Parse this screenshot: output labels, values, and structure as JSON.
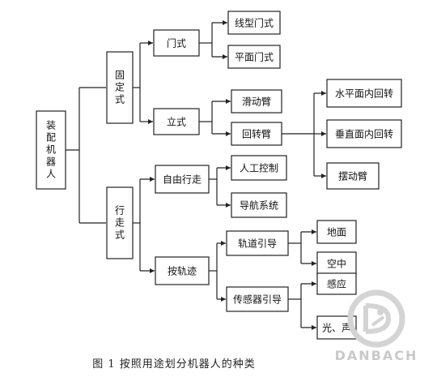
{
  "diagram": {
    "nodes": [
      {
        "id": "root",
        "label": "装配机器人",
        "vertical": true
      },
      {
        "id": "fixed",
        "label": "固定式",
        "vertical": true
      },
      {
        "id": "mobile",
        "label": "行走式",
        "vertical": true
      },
      {
        "id": "gantry",
        "label": "门式"
      },
      {
        "id": "upright",
        "label": "立式"
      },
      {
        "id": "linear-gantry",
        "label": "线型门式"
      },
      {
        "id": "planar-gantry",
        "label": "平面门式"
      },
      {
        "id": "sliding-arm",
        "label": "滑动臂"
      },
      {
        "id": "rotary-arm",
        "label": "回转臂"
      },
      {
        "id": "horizontal-rotation",
        "label": "水平面内回转"
      },
      {
        "id": "vertical-rotation",
        "label": "垂直面内回转"
      },
      {
        "id": "swing-arm",
        "label": "摆动臂"
      },
      {
        "id": "free-walking",
        "label": "自由行走"
      },
      {
        "id": "manual-control",
        "label": "人工控制"
      },
      {
        "id": "navigation-system",
        "label": "导航系统"
      },
      {
        "id": "track-following",
        "label": "按轨迹"
      },
      {
        "id": "rail-guided",
        "label": "轨道引导"
      },
      {
        "id": "sensor-guided",
        "label": "传感器引导"
      },
      {
        "id": "ground",
        "label": "地面"
      },
      {
        "id": "aerial",
        "label": "空中"
      },
      {
        "id": "sensing",
        "label": "感应"
      },
      {
        "id": "light-sound",
        "label": "光、声"
      }
    ],
    "edges": [
      [
        "root",
        "fixed"
      ],
      [
        "root",
        "mobile"
      ],
      [
        "fixed",
        "gantry"
      ],
      [
        "fixed",
        "upright"
      ],
      [
        "gantry",
        "linear-gantry"
      ],
      [
        "gantry",
        "planar-gantry"
      ],
      [
        "upright",
        "sliding-arm"
      ],
      [
        "upright",
        "rotary-arm"
      ],
      [
        "rotary-arm",
        "horizontal-rotation"
      ],
      [
        "rotary-arm",
        "vertical-rotation"
      ],
      [
        "rotary-arm",
        "swing-arm"
      ],
      [
        "mobile",
        "free-walking"
      ],
      [
        "mobile",
        "track-following"
      ],
      [
        "free-walking",
        "manual-control"
      ],
      [
        "free-walking",
        "navigation-system"
      ],
      [
        "track-following",
        "rail-guided"
      ],
      [
        "track-following",
        "sensor-guided"
      ],
      [
        "rail-guided",
        "ground"
      ],
      [
        "rail-guided",
        "aerial"
      ],
      [
        "sensor-guided",
        "sensing"
      ],
      [
        "sensor-guided",
        "light-sound"
      ]
    ]
  },
  "caption": "图 1  按照用途划分机器人的种类",
  "watermark": {
    "text": "DANBACH"
  },
  "colors": {
    "line": "#222222",
    "box_border": "#222222",
    "text": "#111111",
    "watermark": "#cfcfcf"
  }
}
